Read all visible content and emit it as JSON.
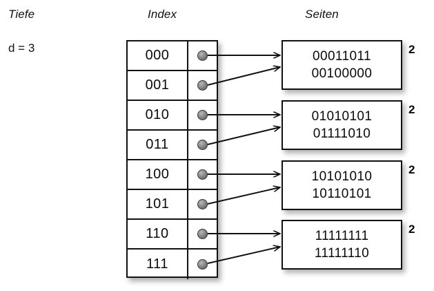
{
  "headers": {
    "depth": "Tiefe",
    "index": "Index",
    "pages": "Seiten"
  },
  "depth": {
    "label": "d = 3"
  },
  "index_table": {
    "rows": [
      {
        "key": "000",
        "pointer_icon": "filled-circle-icon",
        "target": 0
      },
      {
        "key": "001",
        "pointer_icon": "filled-circle-icon",
        "target": 0
      },
      {
        "key": "010",
        "pointer_icon": "filled-circle-icon",
        "target": 1
      },
      {
        "key": "011",
        "pointer_icon": "filled-circle-icon",
        "target": 1
      },
      {
        "key": "100",
        "pointer_icon": "filled-circle-icon",
        "target": 2
      },
      {
        "key": "101",
        "pointer_icon": "filled-circle-icon",
        "target": 2
      },
      {
        "key": "110",
        "pointer_icon": "filled-circle-icon",
        "target": 3
      },
      {
        "key": "111",
        "pointer_icon": "filled-circle-icon",
        "target": 3
      }
    ]
  },
  "pages": [
    {
      "lines": [
        "00011011",
        "00100000"
      ],
      "count": "2"
    },
    {
      "lines": [
        "01010101",
        "01111010"
      ],
      "count": "2"
    },
    {
      "lines": [
        "10101010",
        "10110101"
      ],
      "count": "2"
    },
    {
      "lines": [
        "11111111",
        "11111110"
      ],
      "count": "2"
    }
  ],
  "colors": {
    "stroke": "#111111",
    "background": "#ffffff",
    "pointer_dot": "#7a7a7a"
  }
}
